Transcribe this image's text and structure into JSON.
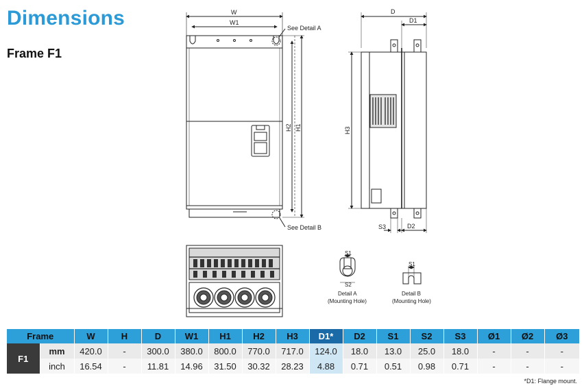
{
  "header": {
    "title": "Dimensions",
    "subtitle": "Frame F1"
  },
  "drawing": {
    "front_labels": {
      "w": "W",
      "w1": "W1",
      "h1": "H1",
      "h2": "H2",
      "detail_a_callout": "See Detail A",
      "detail_b_callout": "See Detail B"
    },
    "side_labels": {
      "d": "D",
      "d1": "D1",
      "d2": "D2",
      "s3": "S3",
      "h3": "H3"
    },
    "detail_a": {
      "s1": "S1",
      "s2": "S2",
      "caption_line1": "Detail A",
      "caption_line2": "(Mounting Hole)"
    },
    "detail_b": {
      "s1": "S1",
      "caption_line1": "Detail B",
      "caption_line2": "(Mounting Hole)"
    }
  },
  "table": {
    "headers": [
      "Frame",
      "W",
      "H",
      "D",
      "W1",
      "H1",
      "H2",
      "H3",
      "D1*",
      "D2",
      "S1",
      "S2",
      "S3",
      "Ø1",
      "Ø2",
      "Ø3"
    ],
    "frame": "F1",
    "rows": [
      {
        "unit": "mm",
        "values": [
          "420.0",
          "-",
          "300.0",
          "380.0",
          "800.0",
          "770.0",
          "717.0",
          "124.0",
          "18.0",
          "13.0",
          "25.0",
          "18.0",
          "-",
          "-",
          "-"
        ]
      },
      {
        "unit": "inch",
        "values": [
          "16.54",
          "-",
          "11.81",
          "14.96",
          "31.50",
          "30.32",
          "28.23",
          "4.88",
          "0.71",
          "0.51",
          "0.98",
          "0.71",
          "-",
          "-",
          "-"
        ]
      }
    ]
  },
  "footnote": "*D1: Flange mount."
}
